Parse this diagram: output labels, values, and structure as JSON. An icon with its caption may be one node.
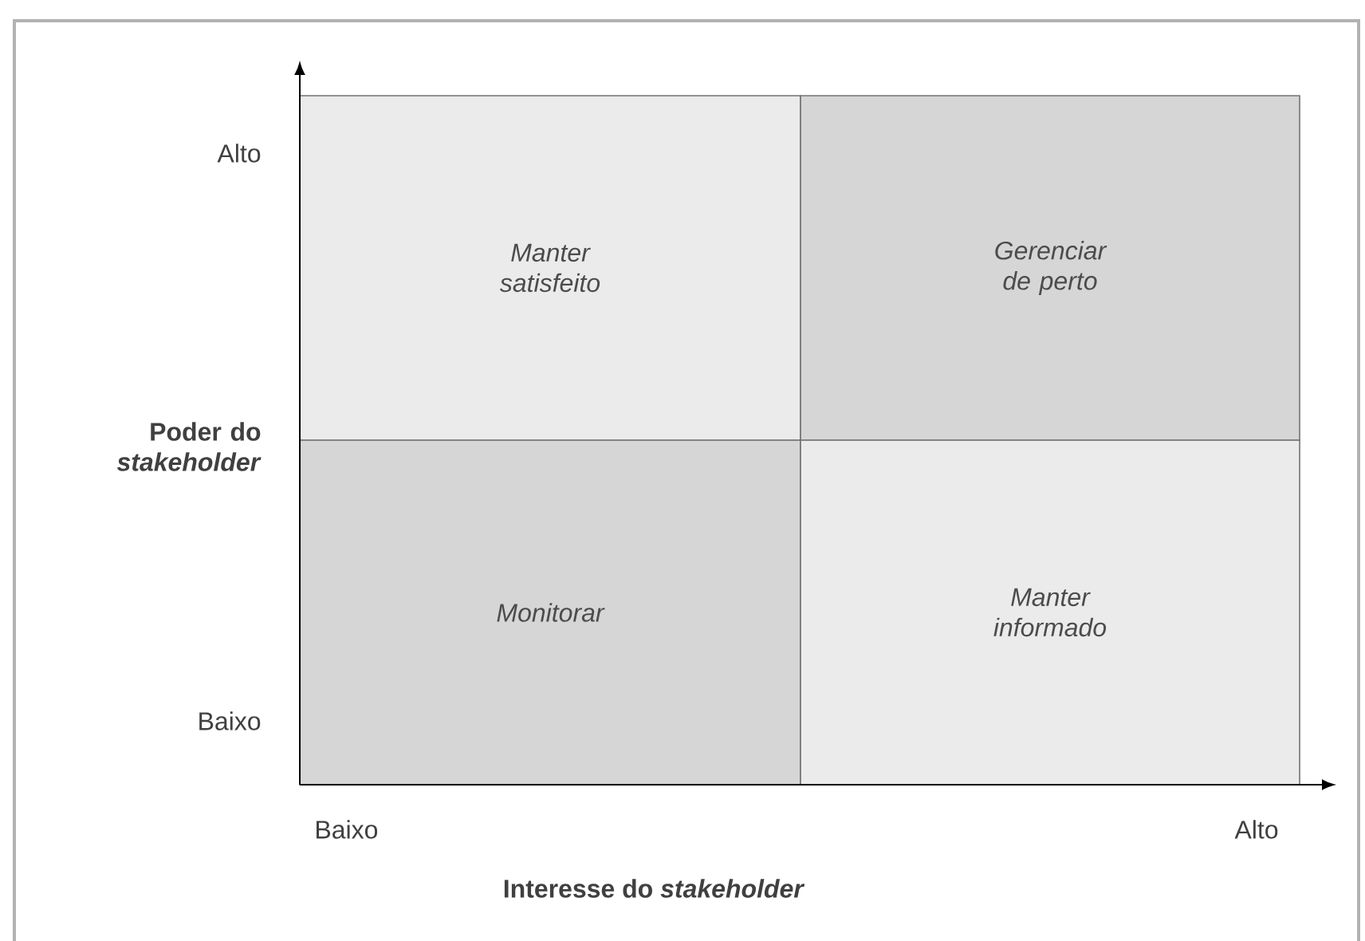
{
  "diagram": {
    "nodes": [
      {
        "text": [
          "Manter satisfeito"
        ]
      },
      {
        "text": [
          "Gerenciar de perto"
        ]
      },
      {
        "text": [
          "Monitorar"
        ]
      },
      {
        "text": [
          "Manter informado"
        ]
      }
    ],
    "labels": [
      "Alto",
      "Poder do *stakeholder*",
      "Baixo",
      "Baixo",
      "Alto",
      "Interesse do *stakeholder*"
    ]
  }
}
